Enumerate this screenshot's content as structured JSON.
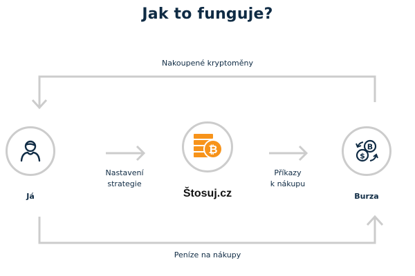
{
  "title": "Jak to funguje?",
  "nodes": {
    "me": {
      "label": "Já",
      "icon": "user-icon"
    },
    "platform": {
      "label": "Štosuj.cz",
      "icon": "bitcoin-coins-icon"
    },
    "exchange": {
      "label": "Burza",
      "icon": "currency-exchange-icon"
    }
  },
  "flows": {
    "top": "Nakoupené kryptoměny",
    "strategy": {
      "line1": "Nastavení",
      "line2": "strategie"
    },
    "orders": {
      "line1": "Příkazy",
      "line2": "k nákupu"
    },
    "bottom": "Peníze na nákupy"
  },
  "colors": {
    "text": "#0f2b44",
    "lines": "#cccccc",
    "accent": "#f7931a"
  }
}
